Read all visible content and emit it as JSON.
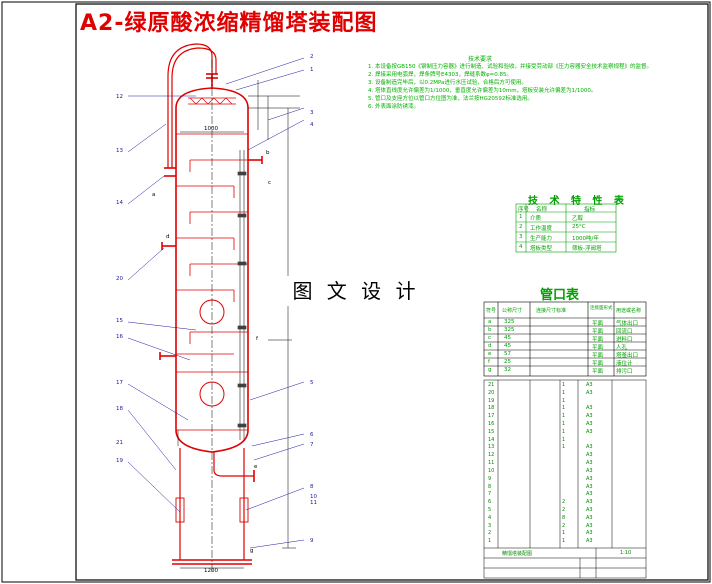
{
  "title": "A2-绿原酸浓缩精馏塔装配图",
  "overlay_text": "图 文 设 计",
  "requirements": {
    "title": "技术要求",
    "lines": [
      "1. 本设备按GB150《钢制压力容器》进行制造、试验和验收，并接受劳动部《压力容器安全技术监察规程》的监督。",
      "2. 焊接采用电弧焊，焊条牌号E4303，焊缝系数φ=0.85。",
      "3. 设备制造完毕后，以0.2MPa进行水压试验，合格后方可使用。",
      "4. 塔体直线度允许偏差为1/1000，垂直度允许偏差为10mm，塔板安装允许偏差为1/1000。",
      "5. 管口及支座方位以管口方位图为准，法兰按HG20592标准选用。",
      "6. 外表面涂防锈漆。"
    ]
  },
  "tech_table": {
    "title": "技 术 特 性 表",
    "headers": [
      "序号",
      "名称",
      "指标"
    ],
    "rows": [
      [
        "1",
        "介质",
        "乙醇"
      ],
      [
        "2",
        "工作温度",
        "25°C"
      ],
      [
        "3",
        "生产能力",
        "1000吨/年"
      ],
      [
        "4",
        "塔板类型",
        "筛板-浮阀塔"
      ]
    ]
  },
  "nozzle_table": {
    "title": "管口表",
    "headers": [
      "符号",
      "公称尺寸",
      "连接尺寸标准",
      "连接面形式",
      "用途或名称"
    ],
    "rows": [
      [
        "a",
        "325",
        "",
        "平面",
        "气体出口"
      ],
      [
        "b",
        "325",
        "",
        "平面",
        "回流口"
      ],
      [
        "c",
        "45",
        "",
        "平面",
        "进料口"
      ],
      [
        "d",
        "45",
        "",
        "平面",
        "人孔"
      ],
      [
        "e",
        "57",
        "",
        "平面",
        "塔釜出口"
      ],
      [
        "f",
        "25",
        "",
        "平面",
        "液位计"
      ],
      [
        "g",
        "32",
        "",
        "平面",
        "排污口"
      ]
    ]
  },
  "parts_list": {
    "rows": [
      [
        "21",
        "",
        "1",
        "A3"
      ],
      [
        "20",
        "",
        "1",
        "A3"
      ],
      [
        "19",
        "",
        "1",
        ""
      ],
      [
        "18",
        "",
        "1",
        "A3"
      ],
      [
        "17",
        "",
        "1",
        "A3"
      ],
      [
        "16",
        "",
        "1",
        "A3"
      ],
      [
        "15",
        "",
        "1",
        "A3"
      ],
      [
        "14",
        "",
        "1",
        ""
      ],
      [
        "13",
        "",
        "1",
        "A3"
      ],
      [
        "12",
        "",
        "",
        "A3"
      ],
      [
        "11",
        "",
        "",
        "A3"
      ],
      [
        "10",
        "",
        "",
        "A3"
      ],
      [
        "9",
        "",
        "",
        "A3"
      ],
      [
        "8",
        "",
        "",
        "A3"
      ],
      [
        "7",
        "",
        "",
        "A3"
      ],
      [
        "6",
        "",
        "2",
        "A3"
      ],
      [
        "5",
        "",
        "2",
        "A3"
      ],
      [
        "4",
        "",
        "8",
        "A3"
      ],
      [
        "3",
        "",
        "2",
        "A3"
      ],
      [
        "2",
        "",
        "1",
        "A3"
      ],
      [
        "1",
        "",
        "1",
        "A3"
      ]
    ],
    "footer_label": "精馏塔装配图",
    "footer_scale": "1:10"
  },
  "callouts": [
    "1",
    "2",
    "3",
    "4",
    "5",
    "6",
    "7",
    "8",
    "9",
    "10",
    "11",
    "12",
    "13",
    "14",
    "15",
    "16",
    "17",
    "18",
    "19",
    "20",
    "21"
  ],
  "dims": {
    "a": "a",
    "b": "b",
    "c": "c",
    "d": "d",
    "e": "e",
    "f": "f",
    "g": "g",
    "width_top": "1000",
    "width_bottom": "1200"
  }
}
